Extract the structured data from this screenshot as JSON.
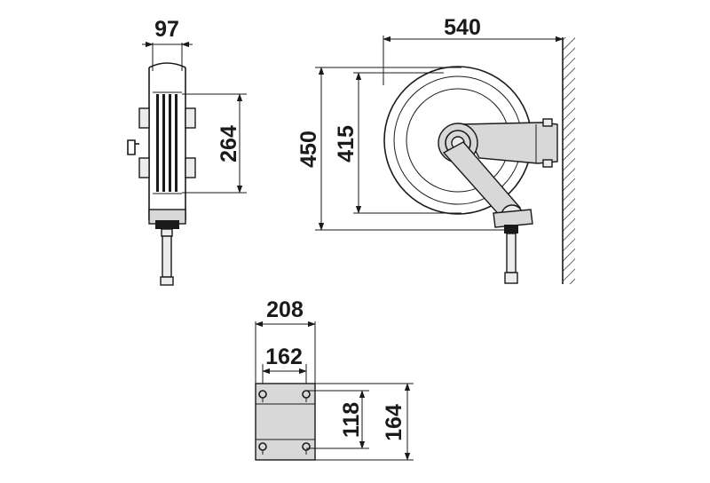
{
  "side_view": {
    "width_label": "97",
    "height_label": "264"
  },
  "front_view": {
    "width_label": "540",
    "outer_height_label": "450",
    "inner_height_label": "415"
  },
  "bracket_view": {
    "outer_width_label": "208",
    "inner_width_label": "162",
    "inner_height_label": "118",
    "outer_height_label": "164"
  },
  "colors": {
    "line": "#1a1a1a",
    "fill": "#d8d8d8",
    "background": "#ffffff"
  }
}
